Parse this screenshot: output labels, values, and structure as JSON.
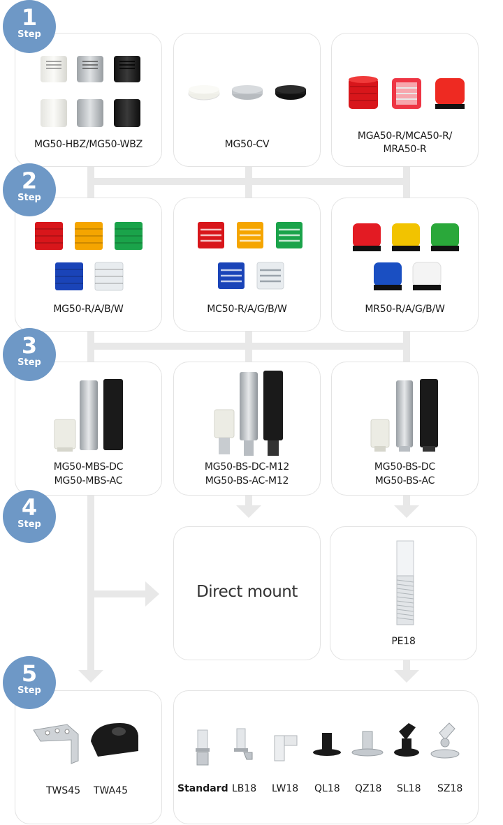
{
  "steps": [
    {
      "number": "1",
      "label": "Step"
    },
    {
      "number": "2",
      "label": "Step"
    },
    {
      "number": "3",
      "label": "Step"
    },
    {
      "number": "4",
      "label": "Step"
    },
    {
      "number": "5",
      "label": "Step"
    }
  ],
  "step1": {
    "hbz": "MG50-HBZ/MG50-WBZ",
    "cv": "MG50-CV",
    "mga_line1": "MGA50-R/MCA50-R/",
    "mga_line2": "MRA50-R"
  },
  "step2": {
    "mg": "MG50-R/A/B/W",
    "mc": "MC50-R/A/G/B/W",
    "mr": "MR50-R/A/G/B/W"
  },
  "step3": {
    "mbs_line1": "MG50-MBS-DC",
    "mbs_line2": "MG50-MBS-AC",
    "bsm_line1": "MG50-BS-DC-M12",
    "bsm_line2": "MG50-BS-AC-M12",
    "bs_line1": "MG50-BS-DC",
    "bs_line2": "MG50-BS-AC"
  },
  "step4": {
    "direct": "Direct mount",
    "pe": "PE18"
  },
  "step5": {
    "tws": "TWS45",
    "twa": "TWA45",
    "standard": "Standard",
    "lb": "LB18",
    "lw": "LW18",
    "ql": "QL18",
    "qz": "QZ18",
    "sl": "SL18",
    "sz": "SZ18"
  },
  "colors": {
    "step_badge": "#6e98c6",
    "connector": "#e8e8e8",
    "red": "#d8161b",
    "amber": "#f5a500",
    "green": "#1aa34a",
    "blue": "#1a44b8",
    "clear": "#e8ecef"
  }
}
